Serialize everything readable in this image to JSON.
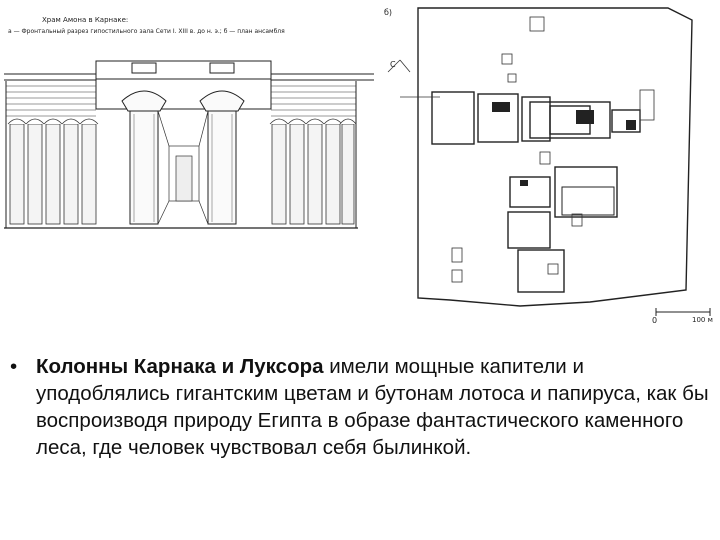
{
  "figure_left": {
    "caption_title": "Храм Амона в Карнаке:",
    "caption_sub": "а — Фронтальный разрез гипостильного зала Сети I. XIII в. до н. э.; б — план ансамбля"
  },
  "figure_right": {
    "label_b": "б)",
    "label_north": "С",
    "scale_zero": "0",
    "scale_max": "100 м"
  },
  "bullet": {
    "symbol": "•",
    "bold_text": "Колонны Карнака и Луксора",
    "body_text": " имели мощные капители и уподоблялись гигантским цветам и бутонам лотоса и папируса, как бы воспроизводя природу Египта в образе фантастического каменного леса, где человек чувствовал себя былинкой."
  }
}
